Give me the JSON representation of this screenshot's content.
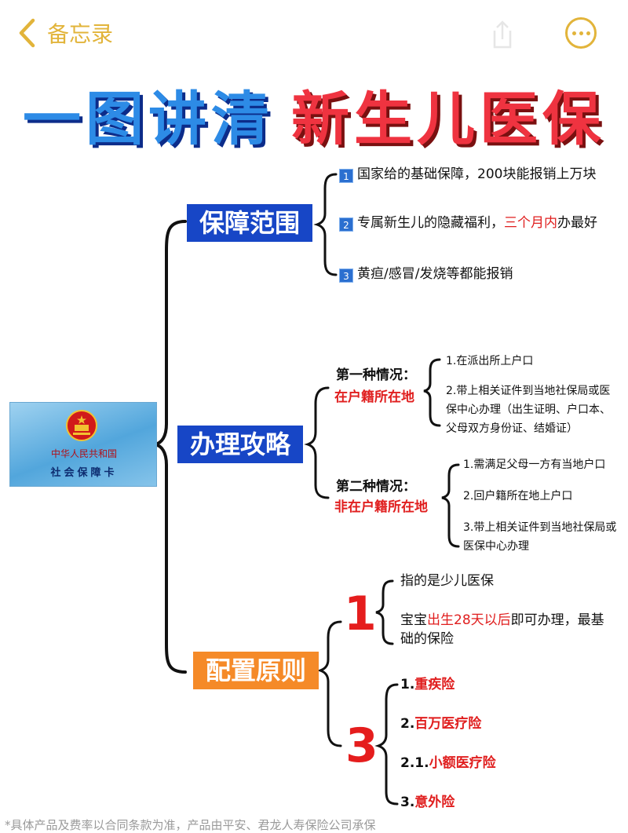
{
  "nav": {
    "back_label": "备忘录"
  },
  "title": {
    "part1": "一图讲清",
    "part2": "新生儿医保"
  },
  "card": {
    "line1": "中华人民共和国",
    "line2": "社会保障卡"
  },
  "section1": {
    "label": "保障范围",
    "items": [
      {
        "num": "1",
        "text": "国家给的基础保障，200块能报销上万块"
      },
      {
        "num": "2",
        "text_a": "专属新生儿的隐藏福利，",
        "text_red": "三个月内",
        "text_b": "办最好"
      },
      {
        "num": "3",
        "text": "黄疸/感冒/发烧等都能报销"
      }
    ]
  },
  "section2": {
    "label": "办理攻略",
    "case1": {
      "title": "第一种情况：",
      "subtitle": "在户籍所在地",
      "steps": [
        "1.在派出所上户口",
        "2.带上相关证件到当地社保局或医保中心办理（出生证明、户口本、父母双方身份证、结婚证）"
      ]
    },
    "case2": {
      "title": "第二种情况：",
      "subtitle": "非在户籍所在地",
      "steps": [
        "1.需满足父母一方有当地户口",
        "2.回户籍所在地上户口",
        "3.带上相关证件到当地社保局或医保中心办理"
      ]
    }
  },
  "section3": {
    "label": "配置原则",
    "group1": {
      "number": "1",
      "items": [
        {
          "text": "指的是少儿医保"
        },
        {
          "text_a": "宝宝",
          "text_red": "出生28天以后",
          "text_b": "即可办理，最基础的保险"
        }
      ]
    },
    "group3": {
      "number": "3",
      "items": [
        {
          "prefix": "1.",
          "text": "重疾险"
        },
        {
          "prefix": "2.",
          "text": "百万医疗险"
        },
        {
          "prefix": "2.1.",
          "text": "小额医疗险"
        },
        {
          "prefix": "3.",
          "text": "意外险"
        }
      ]
    }
  },
  "footer": "*具体产品及费率以合同条款为准，产品由平安、君龙人寿保险公司承保",
  "colors": {
    "accent": "#e2b43a",
    "blue_box": "#1746c6",
    "orange_box": "#f58a28",
    "red_text": "#e01e1e"
  },
  "icons": [
    "chevron-left-icon",
    "share-icon",
    "more-icon",
    "emblem-icon"
  ]
}
